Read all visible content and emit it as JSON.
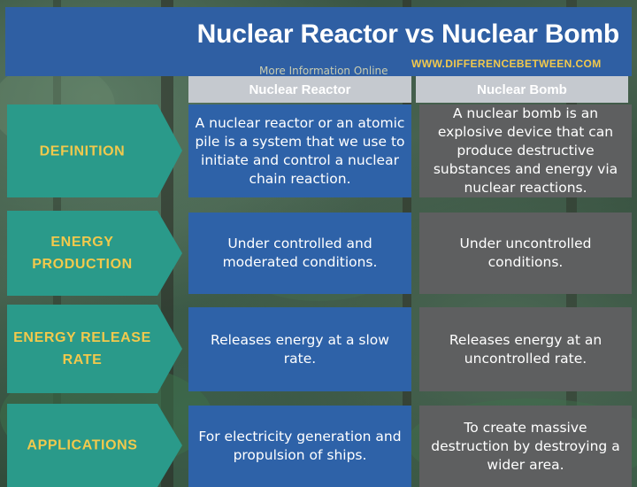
{
  "header": {
    "title": "Nuclear Reactor vs Nuclear Bomb",
    "more_info": "More Information  Online",
    "site": "WWW.DIFFERENCEBETWEEN.COM"
  },
  "columns": {
    "reactor": "Nuclear Reactor",
    "bomb": "Nuclear Bomb"
  },
  "rows": [
    {
      "label": "DEFINITION",
      "reactor": "A nuclear reactor or an atomic pile is a system that we use to initiate and control a nuclear chain reaction.",
      "bomb": "A nuclear bomb is an explosive device that can produce destructive substances and energy via nuclear reactions."
    },
    {
      "label": "ENERGY PRODUCTION",
      "reactor": "Under controlled and moderated conditions.",
      "bomb": "Under uncontrolled conditions."
    },
    {
      "label": "ENERGY RELEASE RATE",
      "reactor": "Releases energy at a slow rate.",
      "bomb": "Releases energy at an uncontrolled rate."
    },
    {
      "label": "APPLICATIONS",
      "reactor": "For electricity generation and propulsion of ships.",
      "bomb": "To create massive destruction by destroying a wider area."
    }
  ],
  "colors": {
    "title_band": "#2f5fa3",
    "label_arrow": "#2a9a8a",
    "label_text": "#f2c94c",
    "reactor_cell": "#2e62a8",
    "bomb_cell": "#5e5f60",
    "header_cell": "#c5c9cf"
  }
}
